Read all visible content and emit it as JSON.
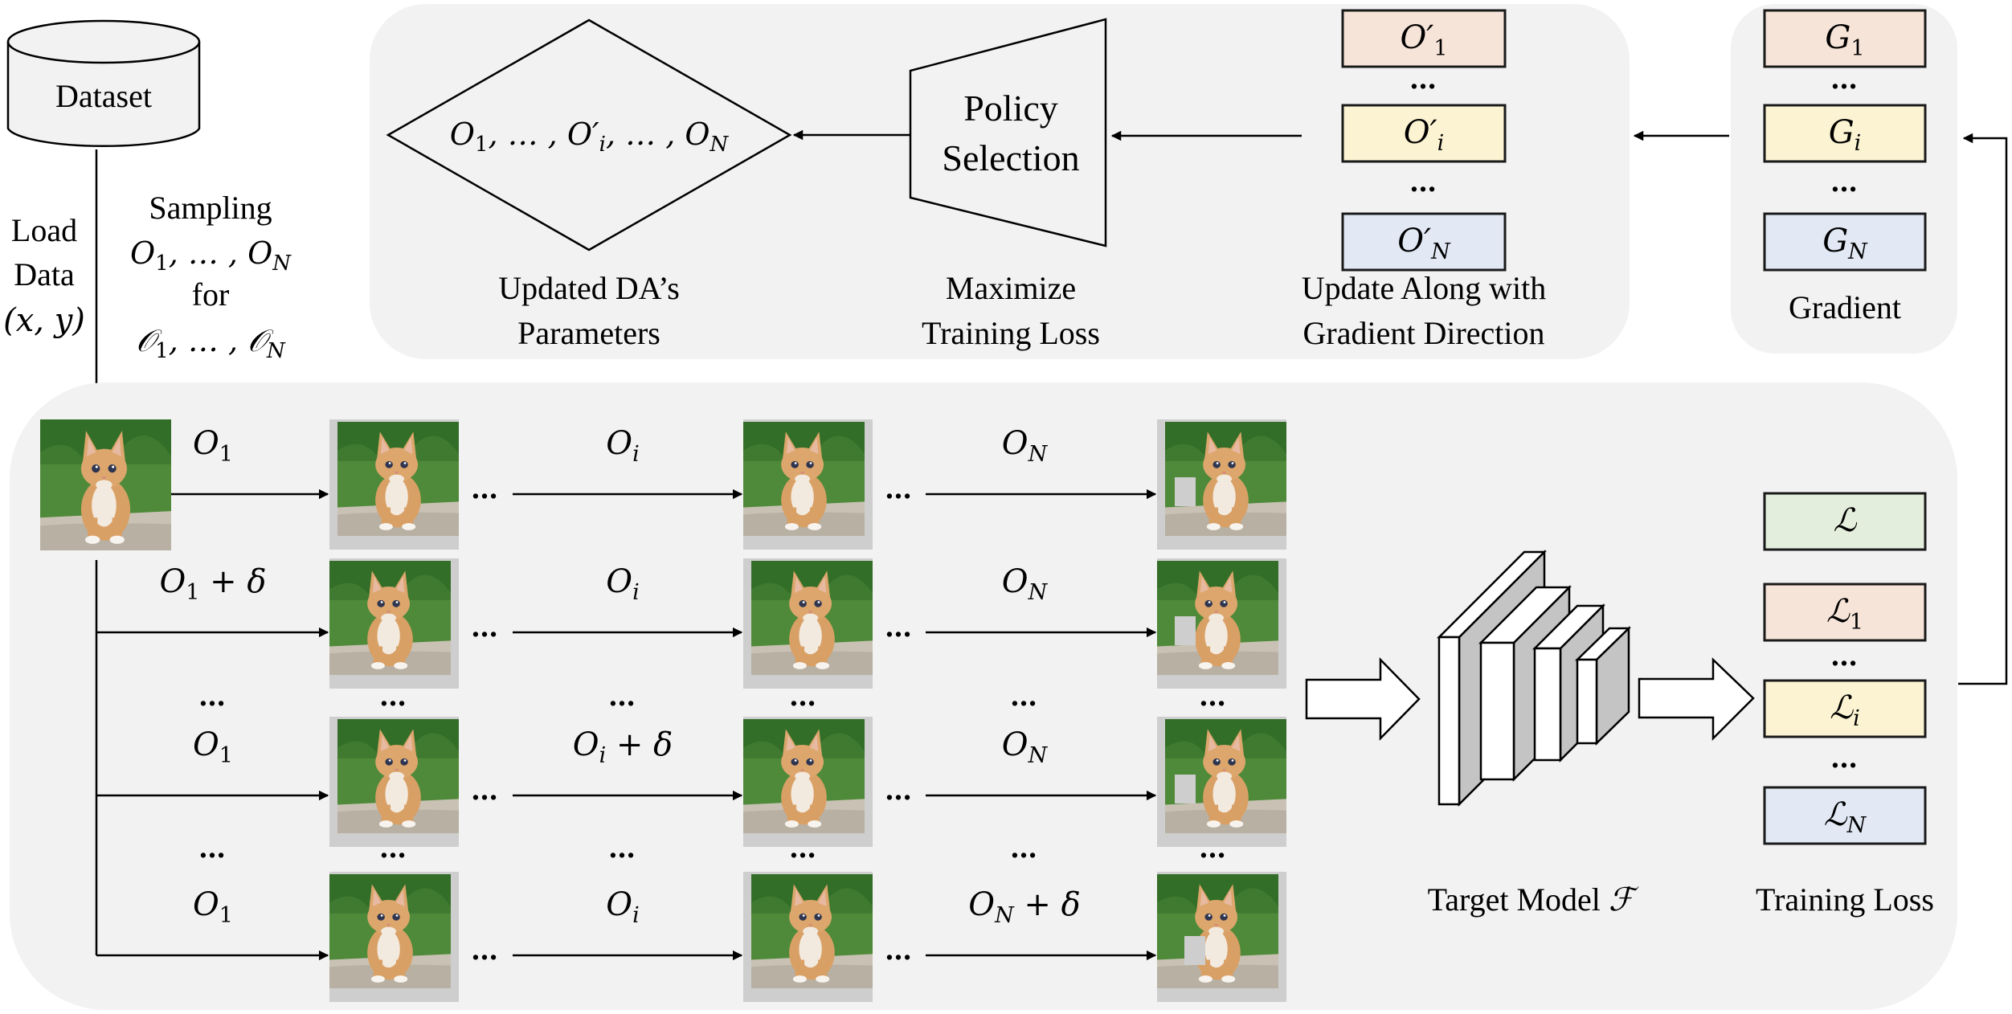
{
  "figure": {
    "dataset": {
      "label": "Dataset"
    },
    "load_data": {
      "lines": [
        "Load",
        "Data",
        "(x, y)"
      ]
    },
    "sampling": {
      "line1": "Sampling",
      "line2": "O₁, … , O_N",
      "line3": "for",
      "line4": "𝒪₁, … , 𝒪_N"
    },
    "top_panel": {
      "diamond_text": "O₁, … , O′ᵢ, … , O_N",
      "diamond_caption": [
        "Updated DA’s",
        "Parameters"
      ],
      "policy_text": [
        "Policy",
        "Selection"
      ],
      "policy_caption": [
        "Maximize",
        "Training Loss"
      ],
      "updated_ops": [
        {
          "main": "O′",
          "sub": "1",
          "color": "#f7e4d8"
        },
        {
          "main": "O′",
          "sub": "i",
          "color": "#fbf3d1"
        },
        {
          "main": "O′",
          "sub": "N",
          "color": "#e2e9f5"
        }
      ],
      "updated_ops_caption": [
        "Update Along with",
        "Gradient Direction"
      ],
      "ellipsis": "…"
    },
    "gradient_panel": {
      "items": [
        {
          "main": "G",
          "sub": "1",
          "color": "#f7e4d8"
        },
        {
          "main": "G",
          "sub": "i",
          "color": "#fbf3d1"
        },
        {
          "main": "G",
          "sub": "N",
          "color": "#e2e9f5"
        }
      ],
      "caption": "Gradient"
    },
    "grid": {
      "rows": [
        {
          "op1": {
            "main": "O",
            "sub": "1",
            "delta": ""
          },
          "opi": {
            "main": "O",
            "sub": "i",
            "delta": ""
          },
          "opn": {
            "main": "O",
            "sub": "N",
            "delta": ""
          }
        },
        {
          "op1": {
            "main": "O",
            "sub": "1",
            "delta": "+ δ"
          },
          "opi": {
            "main": "O",
            "sub": "i",
            "delta": ""
          },
          "opn": {
            "main": "O",
            "sub": "N",
            "delta": ""
          }
        },
        {
          "op1": {
            "main": "O",
            "sub": "1",
            "delta": ""
          },
          "opi": {
            "main": "O",
            "sub": "i",
            "delta": "+ δ"
          },
          "opn": {
            "main": "O",
            "sub": "N",
            "delta": ""
          }
        },
        {
          "op1": {
            "main": "O",
            "sub": "1",
            "delta": ""
          },
          "opi": {
            "main": "O",
            "sub": "i",
            "delta": ""
          },
          "opn": {
            "main": "O",
            "sub": "N",
            "delta": "+ δ"
          }
        }
      ],
      "ellipsis": "…",
      "image_subject": "kitten-photo"
    },
    "model": {
      "caption": "Target Model ",
      "symbol": "ℱ"
    },
    "losses": {
      "items": [
        {
          "main": "ℒ",
          "sub": "",
          "color": "#e3eedc"
        },
        {
          "main": "ℒ",
          "sub": "1",
          "color": "#f7e4d8"
        },
        {
          "main": "ℒ",
          "sub": "i",
          "color": "#fbf3d1"
        },
        {
          "main": "ℒ",
          "sub": "N",
          "color": "#e2e9f5"
        }
      ],
      "caption": "Training Loss"
    },
    "colors": {
      "panel": "#f2f2f2",
      "frame": "#cfcecf",
      "erase_patch": "#cfcecf"
    }
  }
}
